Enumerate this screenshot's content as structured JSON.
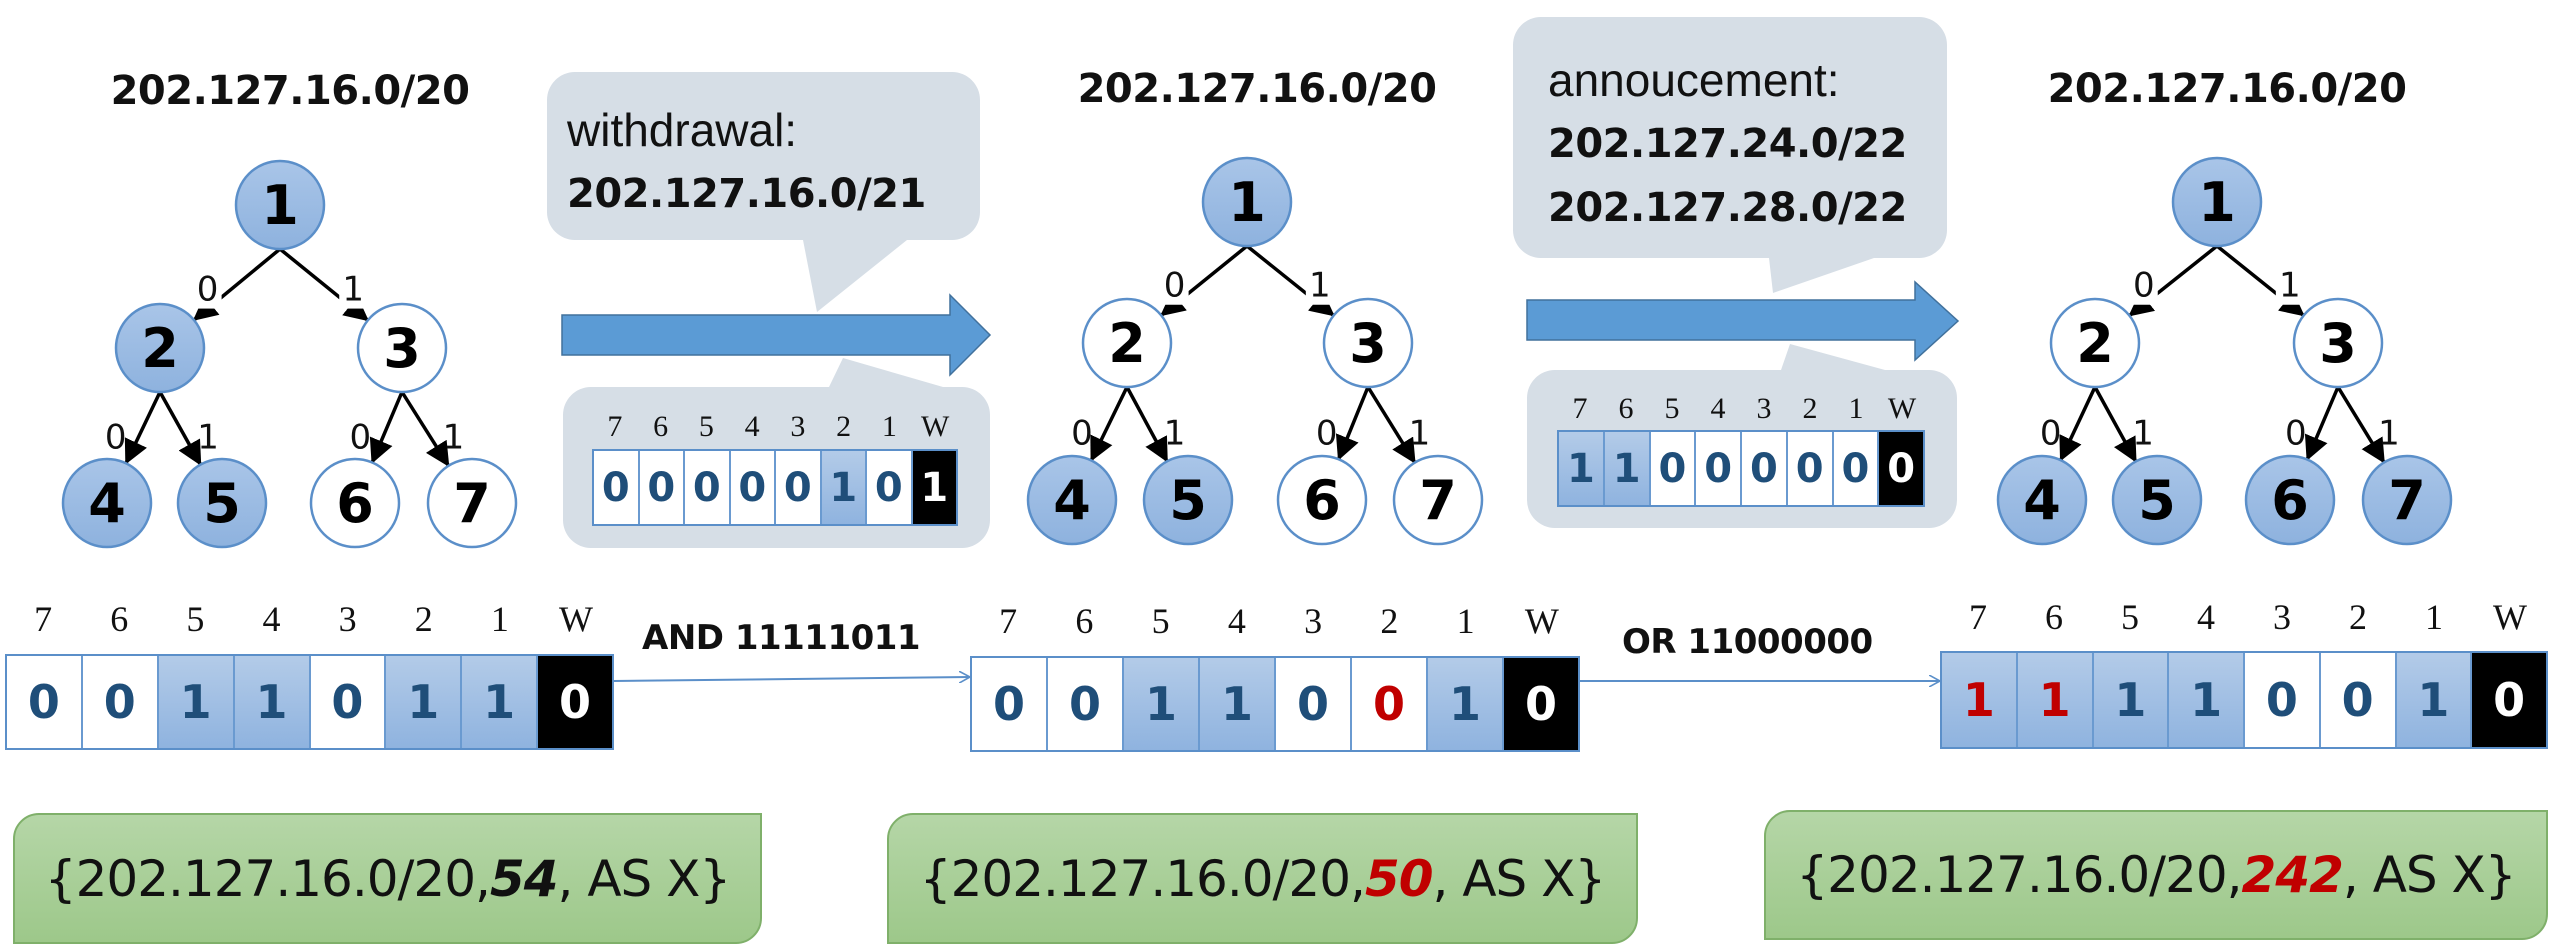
{
  "colors": {
    "node_filled": "#9dbde4",
    "node_stroke": "#5b8fc9",
    "arrow_fill": "#5b9bd5",
    "callout_bg": "#d6dee6",
    "changed_bit": "#c00000",
    "entry_bg": "#a9d08e"
  },
  "trees": [
    {
      "title": "202.127.16.0/20",
      "nodes": [
        {
          "id": "1",
          "filled": true
        },
        {
          "id": "2",
          "filled": true
        },
        {
          "id": "3",
          "filled": false
        },
        {
          "id": "4",
          "filled": true
        },
        {
          "id": "5",
          "filled": true
        },
        {
          "id": "6",
          "filled": false
        },
        {
          "id": "7",
          "filled": false
        }
      ],
      "edge_labels": [
        "0",
        "1",
        "0",
        "1",
        "0",
        "1"
      ]
    },
    {
      "title": "202.127.16.0/20",
      "nodes": [
        {
          "id": "1",
          "filled": true
        },
        {
          "id": "2",
          "filled": false
        },
        {
          "id": "3",
          "filled": false
        },
        {
          "id": "4",
          "filled": true
        },
        {
          "id": "5",
          "filled": true
        },
        {
          "id": "6",
          "filled": false
        },
        {
          "id": "7",
          "filled": false
        }
      ],
      "edge_labels": [
        "0",
        "1",
        "0",
        "1",
        "0",
        "1"
      ]
    },
    {
      "title": "202.127.16.0/20",
      "nodes": [
        {
          "id": "1",
          "filled": true
        },
        {
          "id": "2",
          "filled": false
        },
        {
          "id": "3",
          "filled": false
        },
        {
          "id": "4",
          "filled": true
        },
        {
          "id": "5",
          "filled": true
        },
        {
          "id": "6",
          "filled": true
        },
        {
          "id": "7",
          "filled": true
        }
      ],
      "edge_labels": [
        "0",
        "1",
        "0",
        "1",
        "0",
        "1"
      ]
    }
  ],
  "bit_labels": [
    "7",
    "6",
    "5",
    "4",
    "3",
    "2",
    "1",
    "W"
  ],
  "transitions": [
    {
      "callout_label": "withdrawal:",
      "prefixes": [
        "202.127.16.0/21"
      ],
      "mask_bits": [
        {
          "v": "0",
          "on": false
        },
        {
          "v": "0",
          "on": false
        },
        {
          "v": "0",
          "on": false
        },
        {
          "v": "0",
          "on": false
        },
        {
          "v": "0",
          "on": false
        },
        {
          "v": "1",
          "on": true
        },
        {
          "v": "0",
          "on": false
        },
        {
          "v": "1",
          "flag": true
        }
      ]
    },
    {
      "callout_label": "annoucement:",
      "prefixes": [
        "202.127.24.0/22",
        "202.127.28.0/22"
      ],
      "mask_bits": [
        {
          "v": "1",
          "on": true
        },
        {
          "v": "1",
          "on": true
        },
        {
          "v": "0",
          "on": false
        },
        {
          "v": "0",
          "on": false
        },
        {
          "v": "0",
          "on": false
        },
        {
          "v": "0",
          "on": false
        },
        {
          "v": "0",
          "on": false
        },
        {
          "v": "0",
          "flag": true
        }
      ]
    }
  ],
  "bitmaps": [
    {
      "bits": [
        {
          "v": "0",
          "on": false
        },
        {
          "v": "0",
          "on": false
        },
        {
          "v": "1",
          "on": true
        },
        {
          "v": "1",
          "on": true
        },
        {
          "v": "0",
          "on": false
        },
        {
          "v": "1",
          "on": true
        },
        {
          "v": "1",
          "on": true
        },
        {
          "v": "0",
          "flag": true
        }
      ]
    },
    {
      "bits": [
        {
          "v": "0",
          "on": false
        },
        {
          "v": "0",
          "on": false
        },
        {
          "v": "1",
          "on": true
        },
        {
          "v": "1",
          "on": true
        },
        {
          "v": "0",
          "on": false
        },
        {
          "v": "0",
          "on": false,
          "changed": true
        },
        {
          "v": "1",
          "on": true
        },
        {
          "v": "0",
          "flag": true
        }
      ]
    },
    {
      "bits": [
        {
          "v": "1",
          "on": true,
          "changed": true
        },
        {
          "v": "1",
          "on": true,
          "changed": true
        },
        {
          "v": "1",
          "on": true
        },
        {
          "v": "1",
          "on": true
        },
        {
          "v": "0",
          "on": false
        },
        {
          "v": "0",
          "on": false
        },
        {
          "v": "1",
          "on": true
        },
        {
          "v": "0",
          "flag": true
        }
      ]
    }
  ],
  "operations": [
    "AND 11111011",
    "OR 11000000"
  ],
  "entries": [
    {
      "open": "{202.127.16.0/20, ",
      "value": "54",
      "close": ", AS X}",
      "changed": false
    },
    {
      "open": "{202.127.16.0/20, ",
      "value": "50",
      "close": ", AS X}",
      "changed": true
    },
    {
      "open": "{202.127.16.0/20, ",
      "value": "242",
      "close": ", AS X}",
      "changed": true
    }
  ]
}
